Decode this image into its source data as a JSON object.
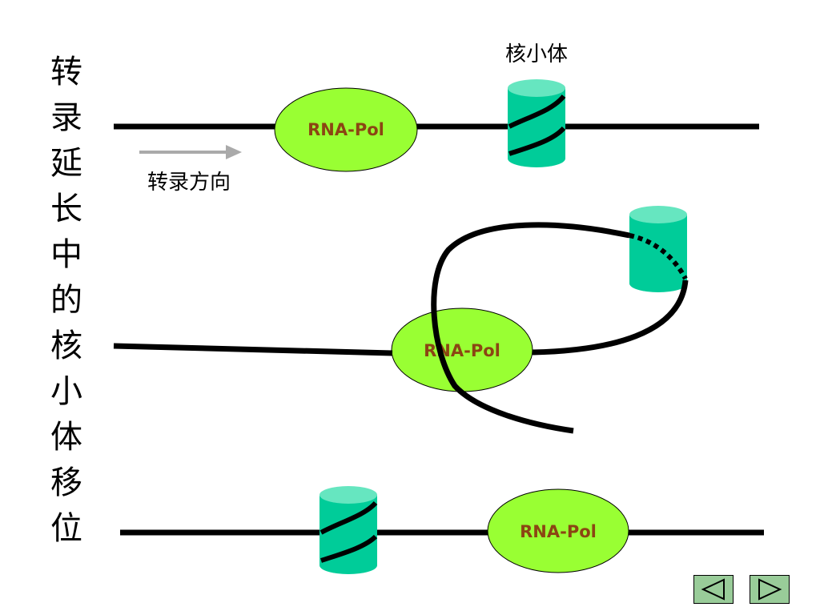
{
  "title": "转录延长中的核小体移位",
  "nucleosome_label": "核小体",
  "direction_label": "转录方向",
  "polymerase_label": "RNA-Pol",
  "colors": {
    "polymerase_fill": "#99ff33",
    "polymerase_text": "#8b4513",
    "nucleosome_body": "#00cc99",
    "nucleosome_top": "#66e6c0",
    "dna": "#000000",
    "arrow": "#aaaaaa",
    "nav_fill": "#99cc99"
  },
  "nav": {
    "prev": "previous-slide",
    "next": "next-slide"
  }
}
